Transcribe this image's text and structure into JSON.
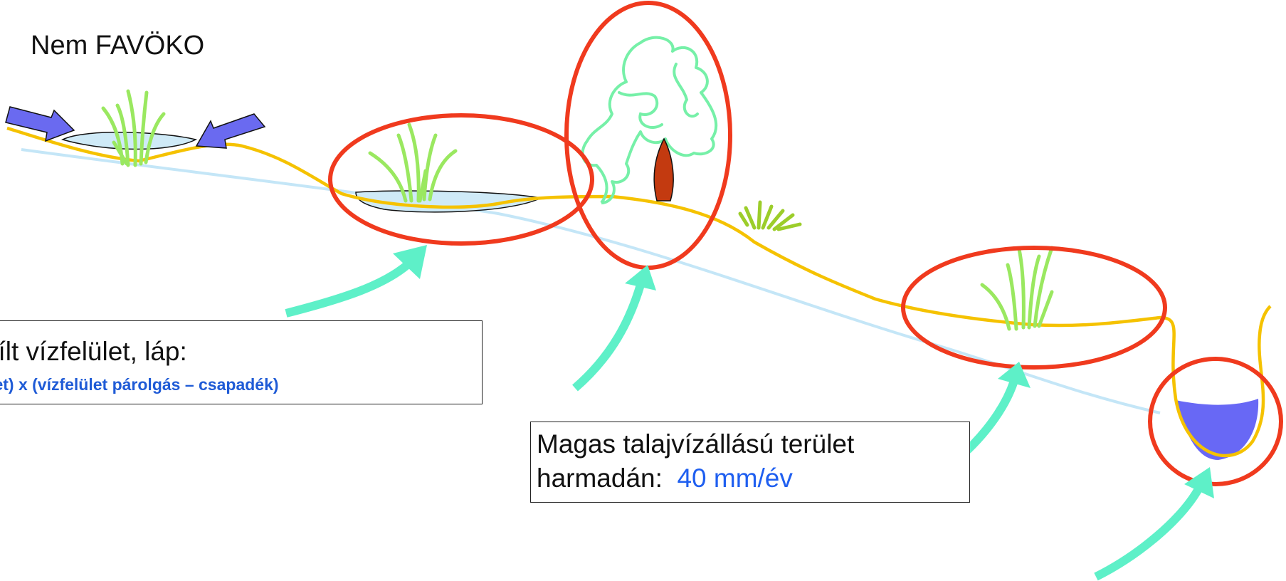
{
  "title": "Nem FAVÖKO",
  "box_open_water": {
    "line1": "yílt vízfelület, láp:",
    "line2": "ület) x (vízfelület párolgás – csapadék)"
  },
  "box_high_groundwater": {
    "line1": "Magas talajvízállású terület",
    "line2_prefix": "harmadán:",
    "line2_value": "40 mm/év"
  },
  "colors": {
    "terrain": "#f5c200",
    "groundwater": "#c4e6f7",
    "highlight": "#f03a1e",
    "pointer_arrow": "#5ef0c8",
    "inflow_arrow": "#6a6af0",
    "grass": "#9ae860",
    "shrub": "#76f0a8",
    "trunk": "#c33a10",
    "water_fill": "#cfeaf7",
    "pond": "#6868f5",
    "value_text": "#1f5ff0",
    "formula_text": "#1f5bd6"
  }
}
